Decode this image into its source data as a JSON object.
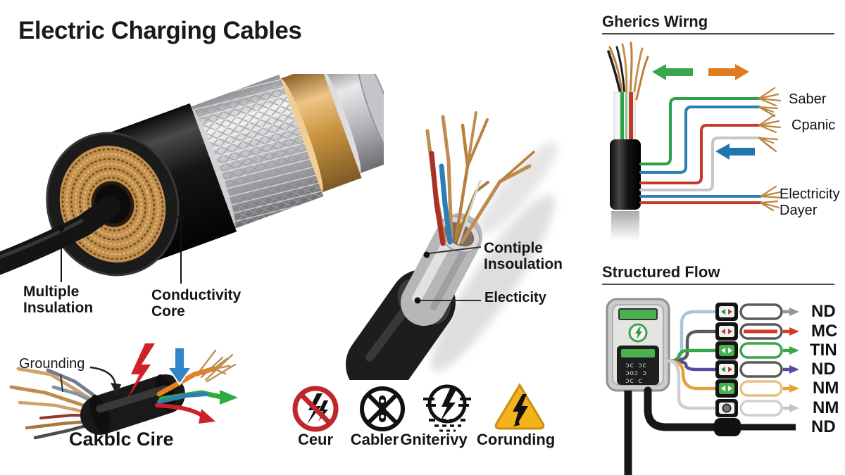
{
  "title": "Electric Charging Cables",
  "cutaway": {
    "label_insulation": "Multiple\nInsulation",
    "label_core": "Conductivity\nCore"
  },
  "middle_cable": {
    "label_insulation": "Contiple\nInsoulation",
    "label_electricity": "Electicity"
  },
  "stripped_cable": {
    "label_grounding": "Grounding",
    "caption": "Cakblc Cire"
  },
  "safety_icons": [
    {
      "icon": "no-spark-prohibition",
      "label": "Ceur"
    },
    {
      "icon": "crossed-cable-circle",
      "label": "Cabler"
    },
    {
      "icon": "ground-lightning-circle",
      "label": "Gniterivy"
    },
    {
      "icon": "high-voltage-triangle",
      "label": "Corunding"
    }
  ],
  "wiring": {
    "heading": "Gherics Wirng",
    "label_top": "Saber",
    "label_mid": "Cpanic",
    "label_bottom": "Electricity\nDayer",
    "wire_colors": {
      "green": "#2fa048",
      "blue": "#2b7fb3",
      "red": "#c23b2a",
      "gray": "#c6c6c6"
    },
    "arrow_colors": {
      "green": "#3aa54a",
      "orange": "#e07b1f",
      "blue": "#2176ae"
    }
  },
  "flow": {
    "heading": "Structured Flow",
    "rows": [
      {
        "label": "ND",
        "wire": "#a9c4d6",
        "capsule": "#5a5a5a",
        "arrow": "#8f9699"
      },
      {
        "label": "MC",
        "wire": "#5a5a5a",
        "capsule": "#5a5a5a",
        "arrow": "#d63a26"
      },
      {
        "label": "TIN",
        "wire": "#3aa54a",
        "capsule": "#3aa54a",
        "arrow": "#3aa54a"
      },
      {
        "label": "ND",
        "wire": "#5b4b9e",
        "capsule": "#5a5a5a",
        "arrow": "#5b4b9e"
      },
      {
        "label": "NM",
        "wire": "#e3a33c",
        "capsule": "#e8c084",
        "arrow": "#e3a33c"
      },
      {
        "label": "NM",
        "wire": "#cfcfcf",
        "capsule": "#cfcfcf",
        "arrow": "#c4c4c4"
      },
      {
        "label": "ND",
        "wire": "#161616",
        "capsule": "#161616",
        "arrow": "#161616"
      }
    ],
    "device_glyph_rows": [
      "ɔc ɔc",
      "ɔoɔ ɔ",
      "ɔc  c"
    ]
  }
}
